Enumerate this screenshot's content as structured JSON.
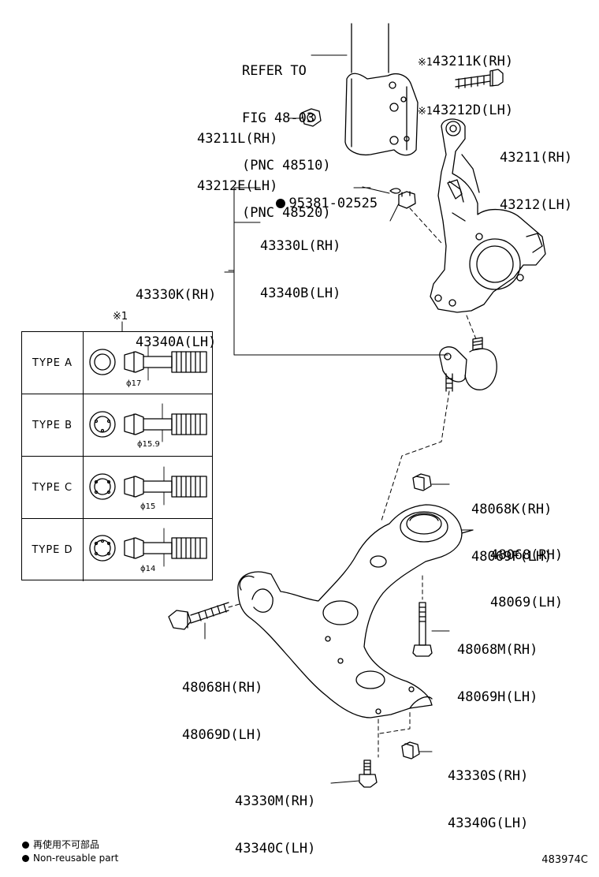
{
  "labels": {
    "refer": [
      "REFER TO",
      "FIG 48-03",
      "(PNC 48510)",
      "(PNC 48520)"
    ],
    "bolt_top": {
      "mark": "※1",
      "rh": "43211K(RH)",
      "lh": "43212D(LH)"
    },
    "nut_top": {
      "rh": "43211L(RH)",
      "lh": "43212E(LH)"
    },
    "knuckle": {
      "rh": "43211(RH)",
      "lh": "43212(LH)"
    },
    "cotter_pin": "95381-02525",
    "castle_nut": {
      "rh": "43330L(RH)",
      "lh": "43340B(LH)"
    },
    "ball_joint": {
      "rh": "43330K(RH)",
      "lh": "43340A(LH)"
    },
    "nut_48068k": {
      "rh": "48068K(RH)",
      "lh": "48069F(LH)"
    },
    "lower_arm": {
      "rh": "48068(RH)",
      "lh": "48069(LH)"
    },
    "bolt_48068m": {
      "rh": "48068M(RH)",
      "lh": "48069H(LH)"
    },
    "bolt_48068h": {
      "rh": "48068H(RH)",
      "lh": "48069D(LH)"
    },
    "nut_43330s": {
      "rh": "43330S(RH)",
      "lh": "43340G(LH)"
    },
    "bolt_43330m": {
      "rh": "43330M(RH)",
      "lh": "43340C(LH)"
    }
  },
  "type_table": {
    "mark": "※1",
    "rows": [
      {
        "type": "TYPE  A",
        "diameter": "ϕ17"
      },
      {
        "type": "TYPE  B",
        "diameter": "ϕ15.9"
      },
      {
        "type": "TYPE  C",
        "diameter": "ϕ15"
      },
      {
        "type": "TYPE  D",
        "diameter": "ϕ14"
      }
    ]
  },
  "notes": {
    "jp": "再使用不可部品",
    "en": "Non-reusable part"
  },
  "figure_id": "483974C"
}
